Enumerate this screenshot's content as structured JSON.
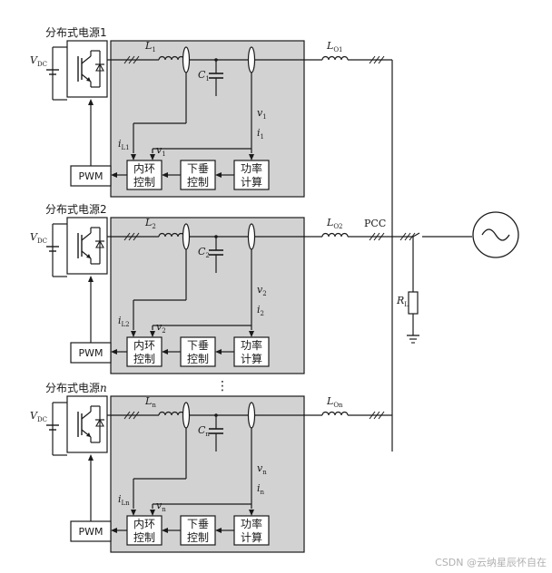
{
  "units": [
    {
      "title": "分布式电源1",
      "vdc": "V",
      "vdc_sub": "DC",
      "L": "L",
      "L_sub": "1",
      "C": "C",
      "C_sub": "1",
      "v": "v",
      "v_sub": "1",
      "i": "i",
      "i_sub": "1",
      "iL": "i",
      "iL_sub": "L1",
      "vin": "v",
      "vin_sub": "1",
      "Lo": "L",
      "Lo_sub": "O1"
    },
    {
      "title": "分布式电源2",
      "vdc": "V",
      "vdc_sub": "DC",
      "L": "L",
      "L_sub": "2",
      "C": "C",
      "C_sub": "2",
      "v": "v",
      "v_sub": "2",
      "i": "i",
      "i_sub": "2",
      "iL": "i",
      "iL_sub": "L2",
      "vin": "v",
      "vin_sub": "2",
      "Lo": "L",
      "Lo_sub": "O2"
    },
    {
      "title": "分布式电源",
      "title_suffix": "n",
      "vdc": "V",
      "vdc_sub": "DC",
      "L": "L",
      "L_sub": "n",
      "C": "C",
      "C_sub": "n",
      "v": "v",
      "v_sub": "n",
      "i": "i",
      "i_sub": "n",
      "iL": "i",
      "iL_sub": "Ln",
      "vin": "v",
      "vin_sub": "n",
      "Lo": "L",
      "Lo_sub": "On"
    }
  ],
  "blocks": {
    "pwm": "PWM",
    "inner_loop": [
      "内环",
      "控制"
    ],
    "droop": [
      "下垂",
      "控制"
    ],
    "power_calc": [
      "功率",
      "计算"
    ]
  },
  "pcc": "PCC",
  "load": {
    "label": "R",
    "sub": "L"
  },
  "ellipsis": "⋮",
  "watermark": "CSDN @云纳星辰怀自在",
  "colors": {
    "panel": "#d2d2d2",
    "line": "#1a1a1a"
  }
}
